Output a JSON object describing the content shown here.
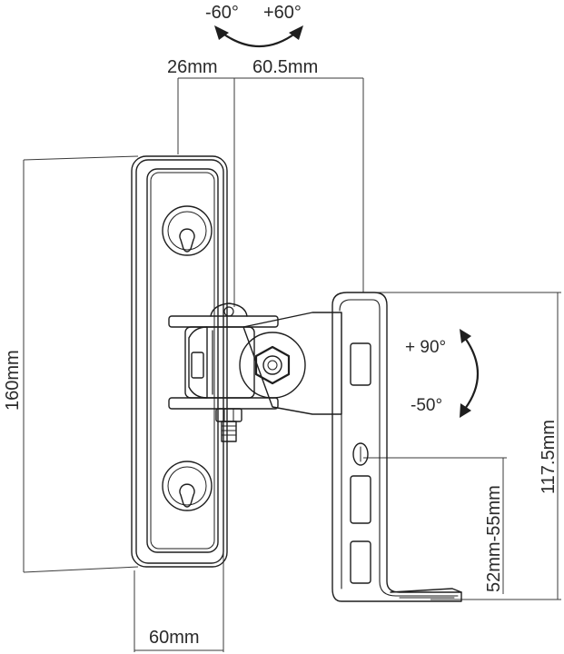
{
  "diagram": {
    "rotation_top": {
      "left": "-60°",
      "right": "+60°"
    },
    "tilt": {
      "up": "+ 90°",
      "down": "-50°"
    },
    "dimensions": {
      "depth_wall_plate": "26mm",
      "depth_arm": "60.5mm",
      "height_wall_plate": "160mm",
      "width_wall_plate": "60mm",
      "height_bracket": "117.5mm",
      "slot_spacing": "52mm-55mm"
    }
  }
}
